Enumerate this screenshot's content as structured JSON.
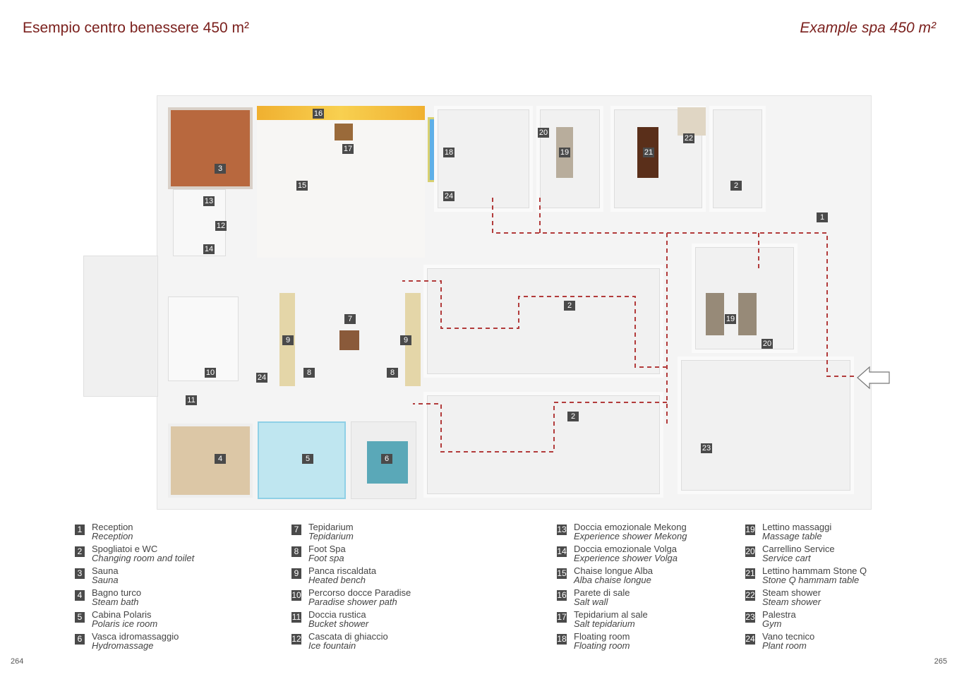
{
  "header": {
    "title_it": "Esempio centro benessere 450 m²",
    "title_en": "Example spa 450 m²"
  },
  "pages": {
    "left": "264",
    "right": "265"
  },
  "plan": {
    "markers": [
      "16",
      "17",
      "18",
      "20",
      "19",
      "21",
      "22",
      "2",
      "1",
      "3",
      "15",
      "24",
      "13",
      "12",
      "14",
      "7",
      "9",
      "9",
      "8",
      "8",
      "10",
      "24",
      "11",
      "2",
      "19",
      "20",
      "2",
      "23",
      "4",
      "5",
      "6"
    ]
  },
  "legend": [
    {
      "n": "1",
      "it": "Reception",
      "en": "Reception"
    },
    {
      "n": "2",
      "it": "Spogliatoi e WC",
      "en": "Changing room and toilet"
    },
    {
      "n": "3",
      "it": "Sauna",
      "en": "Sauna"
    },
    {
      "n": "4",
      "it": "Bagno turco",
      "en": "Steam bath"
    },
    {
      "n": "5",
      "it": "Cabina Polaris",
      "en": "Polaris ice room"
    },
    {
      "n": "6",
      "it": "Vasca idromassaggio",
      "en": "Hydromassage"
    },
    {
      "n": "7",
      "it": "Tepidarium",
      "en": "Tepidarium"
    },
    {
      "n": "8",
      "it": "Foot Spa",
      "en": "Foot spa"
    },
    {
      "n": "9",
      "it": "Panca riscaldata",
      "en": "Heated bench"
    },
    {
      "n": "10",
      "it": "Percorso docce Paradise",
      "en": "Paradise shower path"
    },
    {
      "n": "11",
      "it": "Doccia rustica",
      "en": "Bucket shower"
    },
    {
      "n": "12",
      "it": "Cascata di ghiaccio",
      "en": "Ice fountain"
    },
    {
      "n": "13",
      "it": "Doccia emozionale Mekong",
      "en": "Experience shower Mekong"
    },
    {
      "n": "14",
      "it": "Doccia emozionale Volga",
      "en": "Experience shower Volga"
    },
    {
      "n": "15",
      "it": "Chaise longue Alba",
      "en": "Alba chaise longue"
    },
    {
      "n": "16",
      "it": "Parete di sale",
      "en": "Salt wall"
    },
    {
      "n": "17",
      "it": "Tepidarium al sale",
      "en": "Salt tepidarium"
    },
    {
      "n": "18",
      "it": "Floating room",
      "en": "Floating room"
    },
    {
      "n": "19",
      "it": "Lettino massaggi",
      "en": "Massage table"
    },
    {
      "n": "20",
      "it": "Carrellino Service",
      "en": "Service cart"
    },
    {
      "n": "21",
      "it": "Lettino hammam Stone Q",
      "en": "Stone Q hammam table"
    },
    {
      "n": "22",
      "it": "Steam shower",
      "en": "Steam shower"
    },
    {
      "n": "23",
      "it": "Palestra",
      "en": "Gym"
    },
    {
      "n": "24",
      "it": "Vano tecnico",
      "en": "Plant room"
    }
  ]
}
